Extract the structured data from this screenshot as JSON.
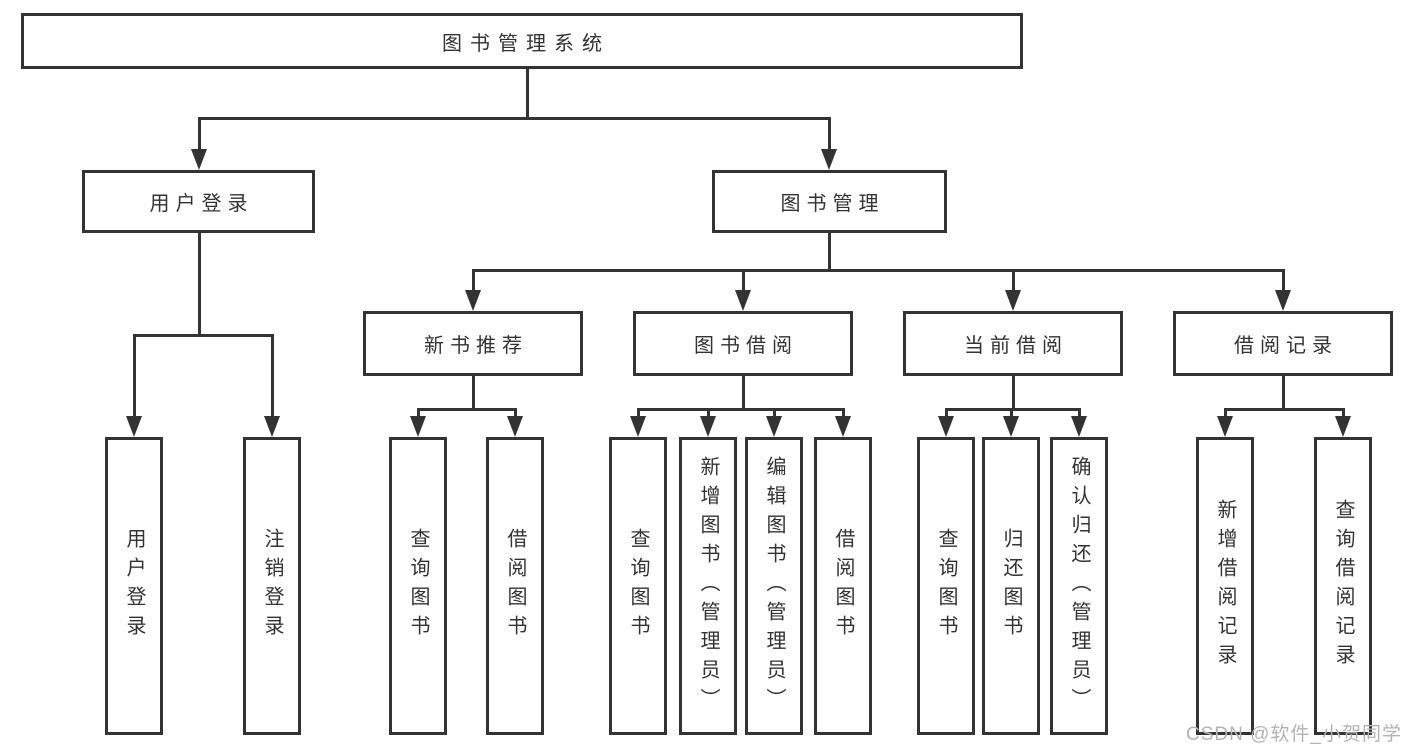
{
  "diagram": {
    "colors": {
      "line": "#333333",
      "text": "#333333",
      "background": "#ffffff",
      "watermark": "#b3b3b3"
    },
    "watermark": "CSDN @软件_小贺同学",
    "root": {
      "label": "图书管理系统"
    },
    "level1": [
      {
        "label": "用户登录",
        "parent": "图书管理系统"
      },
      {
        "label": "图书管理",
        "parent": "图书管理系统"
      }
    ],
    "level2": [
      {
        "label": "新书推荐",
        "parent": "图书管理"
      },
      {
        "label": "图书借阅",
        "parent": "图书管理"
      },
      {
        "label": "当前借阅",
        "parent": "图书管理"
      },
      {
        "label": "借阅记录",
        "parent": "图书管理"
      }
    ],
    "leaves": [
      {
        "label": "用户登录",
        "parent": "用户登录"
      },
      {
        "label": "注销登录",
        "parent": "用户登录"
      },
      {
        "label": "查询图书",
        "parent": "新书推荐"
      },
      {
        "label": "借阅图书",
        "parent": "新书推荐"
      },
      {
        "label": "查询图书",
        "parent": "图书借阅"
      },
      {
        "label": "新增图书（管理员）",
        "parent": "图书借阅"
      },
      {
        "label": "编辑图书（管理员）",
        "parent": "图书借阅"
      },
      {
        "label": "借阅图书",
        "parent": "图书借阅"
      },
      {
        "label": "查询图书",
        "parent": "当前借阅"
      },
      {
        "label": "归还图书",
        "parent": "当前借阅"
      },
      {
        "label": "确认归还（管理员）",
        "parent": "当前借阅"
      },
      {
        "label": "新增借阅记录",
        "parent": "借阅记录"
      },
      {
        "label": "查询借阅记录",
        "parent": "借阅记录"
      }
    ]
  }
}
